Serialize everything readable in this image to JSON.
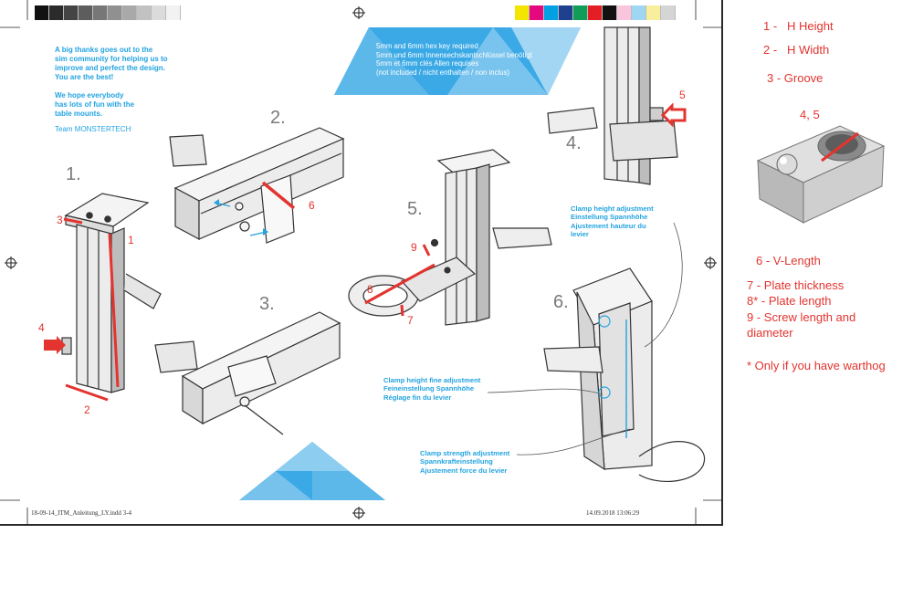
{
  "print": {
    "thanks_lines": [
      "A big thanks goes out to the",
      "sim community for helping us to",
      "improve and perfect the design.",
      "You are the best!",
      "",
      "We hope everybody",
      "has lots of fun with the",
      "table mounts."
    ],
    "team": "Team MONSTERTECH",
    "key_lines": [
      "5mm and 6mm hex key required",
      "5mm und 6mm Innensechskantschlüssel benötigt",
      "5mm et 6mm clés Allen requises",
      "(not included / nicht enthalten / non inclus)"
    ],
    "steps": [
      "1.",
      "2.",
      "3.",
      "4.",
      "5.",
      "6."
    ],
    "clamp_height": [
      "Clamp height adjustment",
      "Einstellung Spannhöhe",
      "Ajustement hauteur du",
      "levier"
    ],
    "clamp_fine": [
      "Clamp height fine adjustment",
      "Feineinstellung Spannhöhe",
      "Réglage fin du levier"
    ],
    "clamp_strength": [
      "Clamp strength adjustment",
      "Spannkrafteinstellung",
      "Ajustement force du levier"
    ],
    "footer_left": "18-09-14_ITM_Anleitung_LY.indd   3-4",
    "footer_right": "14.09.2018   13:06:29",
    "gray_swatches": [
      "#111111",
      "#2b2b2b",
      "#444444",
      "#5d5d5d",
      "#777777",
      "#909090",
      "#a9a9a9",
      "#c2c2c2",
      "#dbdbdb",
      "#f2f2f2"
    ],
    "color_swatches": [
      "#f3e500",
      "#e5097f",
      "#00a0e3",
      "#1f3f8f",
      "#0f9d58",
      "#e31e24",
      "#111111",
      "#f9c5dc",
      "#9fd7f2",
      "#f7ef9b",
      "#d5d5d5"
    ]
  },
  "annotations": {
    "n1": "1",
    "n2": "2",
    "n3": "3",
    "n4": "4",
    "n5": "5",
    "n6": "6",
    "n7": "7",
    "n8": "8",
    "n9": "9"
  },
  "legend": {
    "l1": "1 -   H Height",
    "l2": "2 -   H Width",
    "l3": "3 - Groove",
    "l45": "4, 5",
    "l6": "6 - V-Length",
    "l7": "7 - Plate thickness",
    "l8": "8* - Plate length",
    "l9": "9 - Screw length and\ndiameter",
    "note": "* Only if you have warthog"
  },
  "colors": {
    "accent_blue": "#23a3e0",
    "annotation_red": "#e3342f",
    "triangle_blue": "#3aa9e6"
  }
}
